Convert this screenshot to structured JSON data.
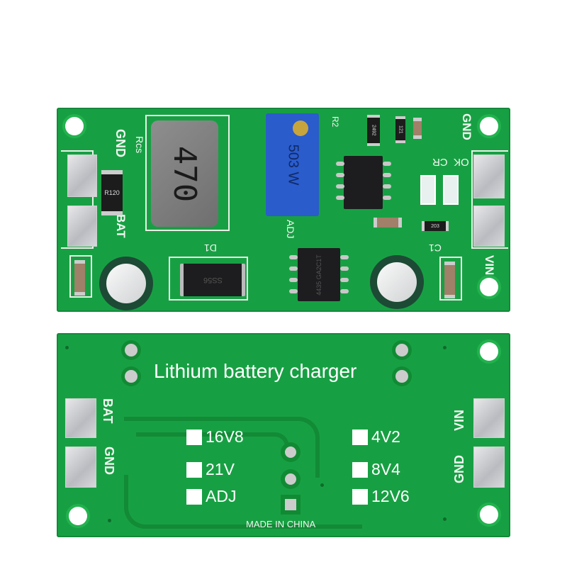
{
  "colors": {
    "pcb": "#17a043",
    "silkscreen": "#ffffff",
    "potentiometer": "#2a5ccc"
  },
  "top_board": {
    "left_terminals": [
      "GND",
      "BAT"
    ],
    "right_terminals": [
      "GND",
      "VIN"
    ],
    "rcs_label": "Rcs",
    "rcs_marking": "R120",
    "inductor_marking": "470",
    "pot_marking": "503 W",
    "adj_label": "ADJ",
    "diode_label": "D1",
    "diode_marking": "SS56",
    "mosfet_marking": "4435 GA2C1T",
    "r2_label": "R2",
    "resistor_a": "2492",
    "resistor_b": "121",
    "resistor_c": "203",
    "led_labels": [
      "CR",
      "OK"
    ],
    "cap_label": "C1"
  },
  "bottom_board": {
    "title": "Lithium battery charger",
    "left_terminals": [
      "BAT",
      "GND"
    ],
    "right_terminals": [
      "VIN",
      "GND"
    ],
    "left_options": [
      "16V8",
      "21V",
      "ADJ"
    ],
    "right_options": [
      "4V2",
      "8V4",
      "12V6"
    ],
    "footer": "MADE IN CHINA"
  }
}
